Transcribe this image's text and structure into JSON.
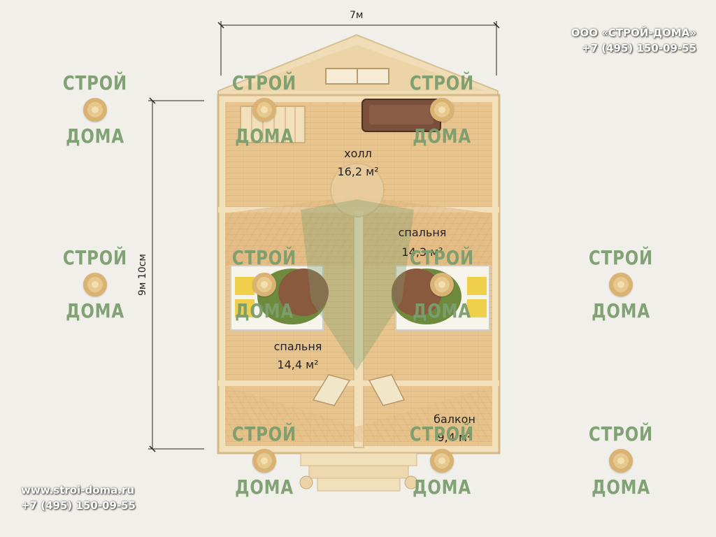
{
  "company": {
    "name": "ООО «СТРОЙ-ДОМА»",
    "phone": "+7 (495) 150-09-55",
    "website": "www.stroi-doma.ru"
  },
  "watermark": {
    "word_top": "СТРОЙ",
    "word_bottom": "ДОМА"
  },
  "dimensions": {
    "width": "7м",
    "length": "9м 10см"
  },
  "rooms": [
    {
      "name": "холл",
      "area": "16,2 м²"
    },
    {
      "name": "спальня",
      "area": "14,3 м²"
    },
    {
      "name": "спальня",
      "area": "14,4 м²"
    },
    {
      "name": "балкон",
      "area": "9,4 м²"
    }
  ],
  "colors": {
    "wood": "#e6c896",
    "watermark": "#7a9e6e",
    "background": "#f1efe9"
  }
}
